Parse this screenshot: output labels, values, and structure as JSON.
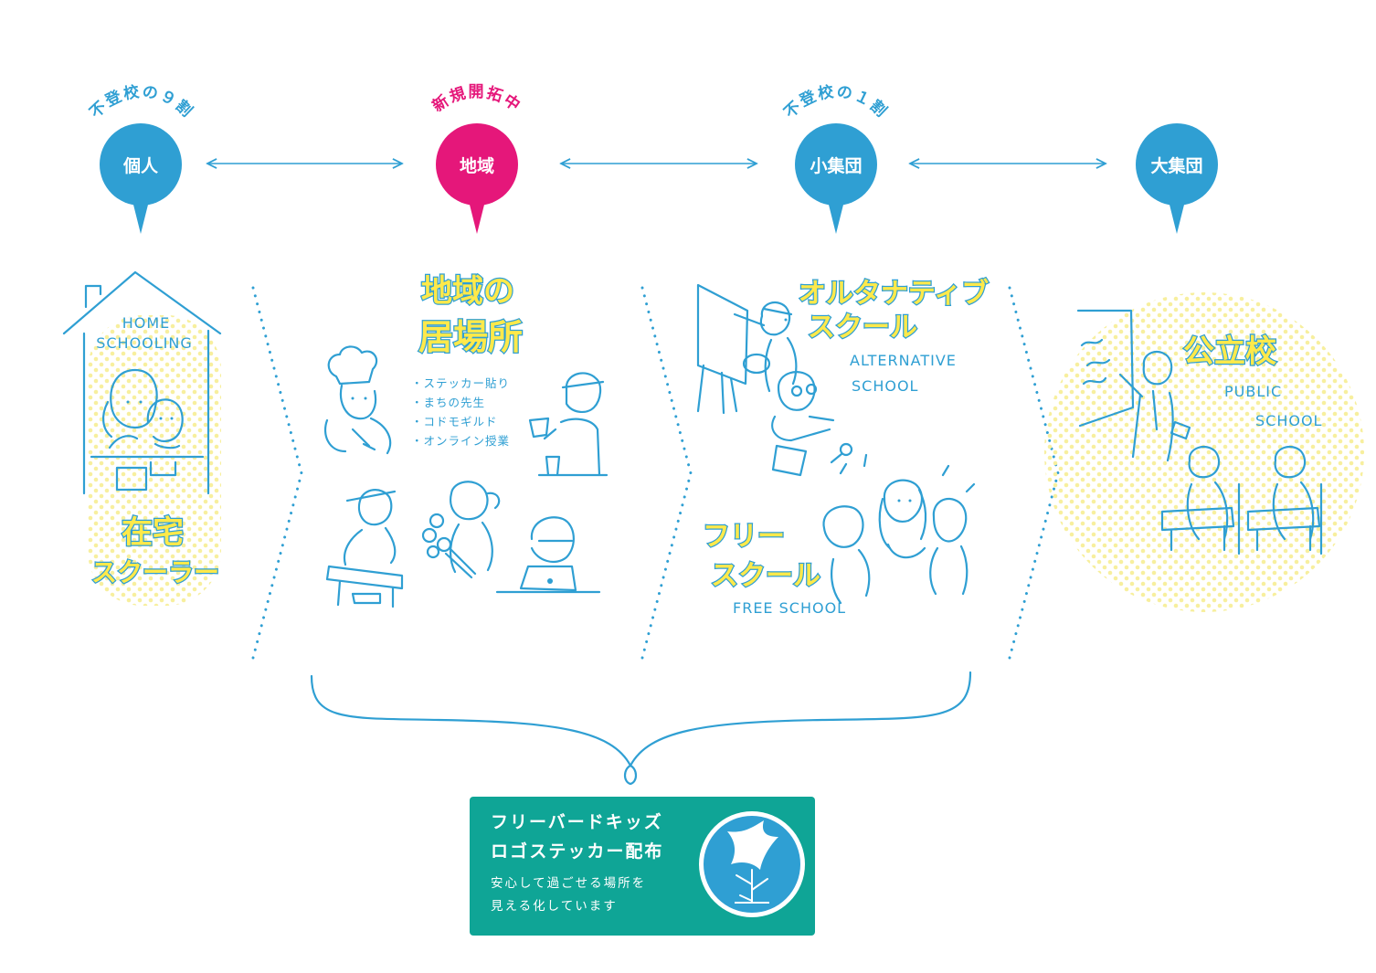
{
  "colors": {
    "primary_blue": "#2f9fd3",
    "new_pink": "#e5177a",
    "card_teal": "#0fa596",
    "dot_yellow": "#f7ef9e"
  },
  "stages": [
    {
      "label": "個人",
      "note": "不登校の９割"
    },
    {
      "label": "地域",
      "note": "新規開拓中"
    },
    {
      "label": "小集団",
      "note": "不登校の１割"
    },
    {
      "label": "大集団",
      "note": ""
    }
  ],
  "panels": {
    "home": {
      "en_line1": "HOME",
      "en_line2": "SCHOOLING",
      "jp_line1": "在宅",
      "jp_line2": "スクーラー"
    },
    "community": {
      "jp_line1": "地域の",
      "jp_line2": "居場所",
      "items": [
        "・ステッカー貼り",
        "・まちの先生",
        "・コドモギルド",
        "・オンライン授業"
      ]
    },
    "alternative": {
      "jp_line1": "オルタナティブ",
      "jp_line2": "スクール",
      "en_line1": "ALTERNATIVE",
      "en_line2": "SCHOOL"
    },
    "free": {
      "jp_line1": "フリー",
      "jp_line2": "スクール",
      "en": "FREE SCHOOL"
    },
    "public": {
      "jp": "公立校",
      "en_line1": "PUBLIC",
      "en_line2": "SCHOOL"
    }
  },
  "card": {
    "title_line1": "フリーバードキッズ",
    "title_line2": "ロゴステッカー配布",
    "sub_line1": "安心して過ごせる場所を",
    "sub_line2": "見える化しています"
  }
}
